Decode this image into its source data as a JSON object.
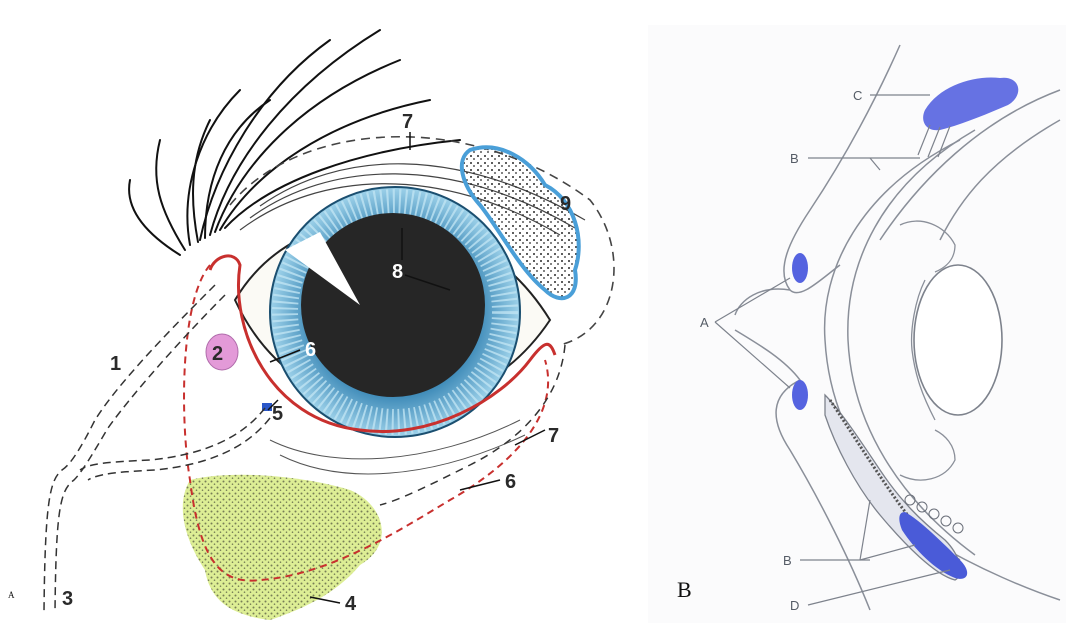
{
  "panel_a": {
    "panel_label": "A",
    "labels": {
      "l1": "1",
      "l2": "2",
      "l3": "3",
      "l4": "4",
      "l5": "5",
      "l6a": "6",
      "l6b": "6",
      "l7a": "7",
      "l7b": "7",
      "l8": "8",
      "l9": "9"
    }
  },
  "panel_b": {
    "panel_label": "B",
    "labels": {
      "A": "A",
      "B_top": "B",
      "B_bottom": "B",
      "C": "C",
      "D": "D"
    }
  },
  "colors": {
    "iris": "#5aa9d6",
    "gland_blue": "#4a62d9",
    "lacrimal_yellow": "#d6e86a",
    "caruncle_pink": "#e39ad8",
    "duct_red": "#c8302e"
  }
}
